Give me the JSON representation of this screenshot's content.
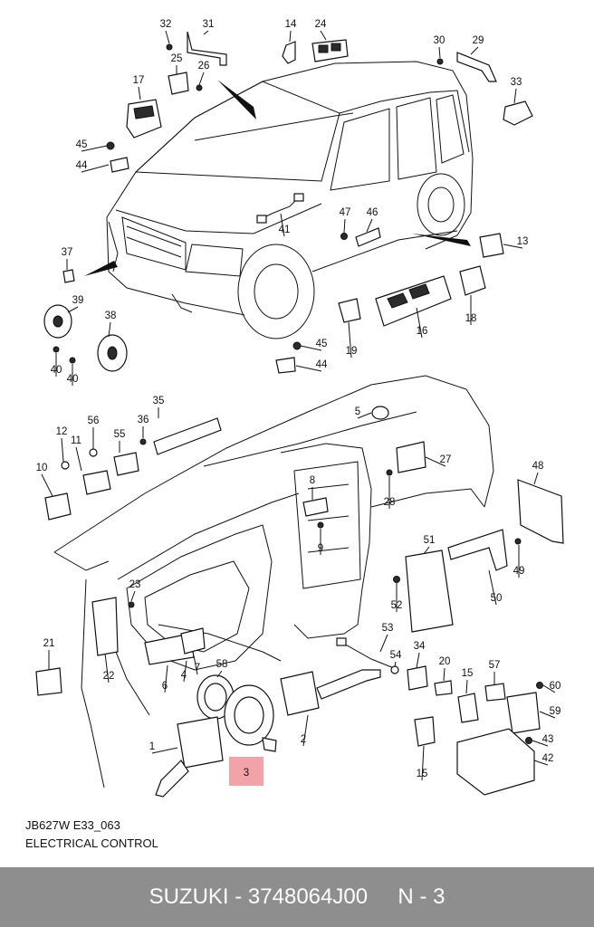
{
  "diagram": {
    "code": "JB627W E33_063",
    "title": "ELECTRICAL CONTROL",
    "highlight_color": "#f2a3a8",
    "highlighted_part": "3",
    "callouts": [
      {
        "n": "32"
      },
      {
        "n": "31"
      },
      {
        "n": "14"
      },
      {
        "n": "24"
      },
      {
        "n": "30"
      },
      {
        "n": "29"
      },
      {
        "n": "25"
      },
      {
        "n": "26"
      },
      {
        "n": "17"
      },
      {
        "n": "33"
      },
      {
        "n": "45"
      },
      {
        "n": "44"
      },
      {
        "n": "41"
      },
      {
        "n": "47"
      },
      {
        "n": "46"
      },
      {
        "n": "13"
      },
      {
        "n": "37"
      },
      {
        "n": "39"
      },
      {
        "n": "38"
      },
      {
        "n": "40"
      },
      {
        "n": "40"
      },
      {
        "n": "45"
      },
      {
        "n": "44"
      },
      {
        "n": "19"
      },
      {
        "n": "16"
      },
      {
        "n": "18"
      },
      {
        "n": "35"
      },
      {
        "n": "5"
      },
      {
        "n": "12"
      },
      {
        "n": "56"
      },
      {
        "n": "36"
      },
      {
        "n": "55"
      },
      {
        "n": "11"
      },
      {
        "n": "10"
      },
      {
        "n": "27"
      },
      {
        "n": "28"
      },
      {
        "n": "48"
      },
      {
        "n": "8"
      },
      {
        "n": "9"
      },
      {
        "n": "51"
      },
      {
        "n": "49"
      },
      {
        "n": "23"
      },
      {
        "n": "52"
      },
      {
        "n": "50"
      },
      {
        "n": "53"
      },
      {
        "n": "21"
      },
      {
        "n": "22"
      },
      {
        "n": "58"
      },
      {
        "n": "7"
      },
      {
        "n": "4"
      },
      {
        "n": "6"
      },
      {
        "n": "54"
      },
      {
        "n": "34"
      },
      {
        "n": "20"
      },
      {
        "n": "15"
      },
      {
        "n": "57"
      },
      {
        "n": "60"
      },
      {
        "n": "59"
      },
      {
        "n": "1"
      },
      {
        "n": "2"
      },
      {
        "n": "43"
      },
      {
        "n": "42"
      },
      {
        "n": "15"
      }
    ]
  },
  "footer": {
    "brand": "SUZUKI",
    "separator": " - ",
    "part_number": "3748064J00",
    "gap": "     ",
    "ref": "N - 3"
  }
}
